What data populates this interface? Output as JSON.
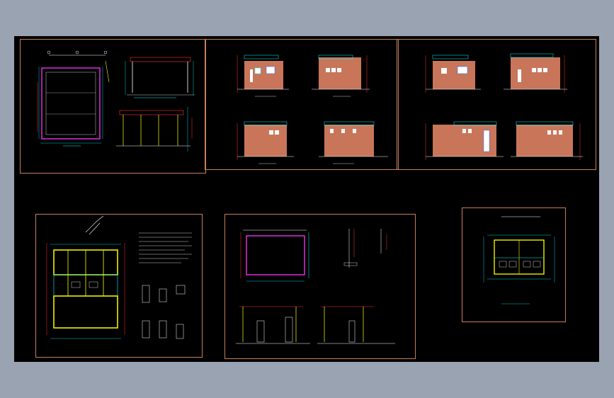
{
  "drawing": {
    "background_color": "#000000",
    "frame_color": "#c77f5a",
    "wall_fill_color": "#c8755a",
    "line_colors": {
      "cyan": "#00ffff",
      "yellow": "#ffff00",
      "magenta": "#ff33ff",
      "red": "#ff3333",
      "white": "#ffffff",
      "blue": "#3377ff",
      "green": "#33cc33"
    }
  },
  "sheets": [
    {
      "id": "sheet-1",
      "content": "roof-plan-section-elevation"
    },
    {
      "id": "sheet-2",
      "content": "elevations-set-a"
    },
    {
      "id": "sheet-3",
      "content": "elevations-set-b"
    },
    {
      "id": "sheet-4",
      "content": "floor-plan-doors-windows-notes"
    },
    {
      "id": "sheet-5",
      "content": "roof-plan-details-sections"
    },
    {
      "id": "sheet-6",
      "content": "floor-plan-small"
    }
  ]
}
